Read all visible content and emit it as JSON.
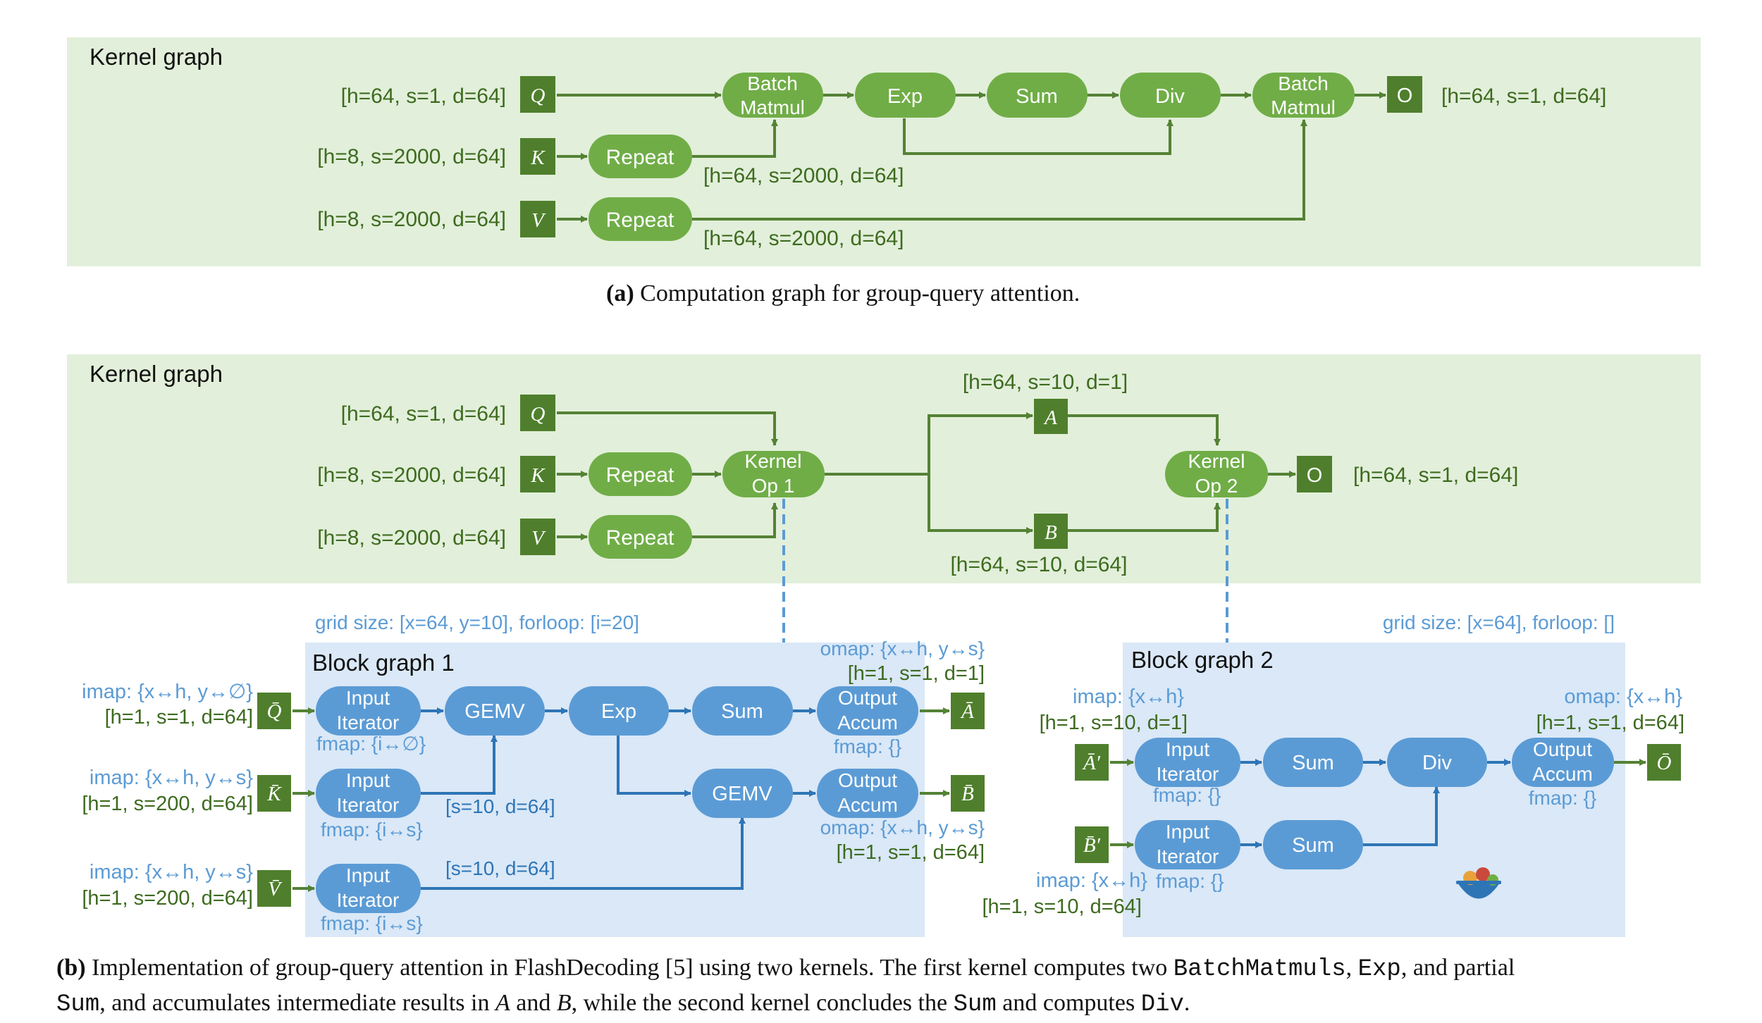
{
  "figure_a": {
    "panel_title": "Kernel graph",
    "inputs": [
      {
        "label": "Q",
        "shape": "[h=64, s=1, d=64]"
      },
      {
        "label": "K",
        "shape": "[h=8, s=2000, d=64]"
      },
      {
        "label": "V",
        "shape": "[h=8, s=2000, d=64]"
      }
    ],
    "ops": {
      "batch_matmul_1": [
        "Batch",
        "Matmul"
      ],
      "exp": "Exp",
      "sum": "Sum",
      "div": "Div",
      "batch_matmul_2": [
        "Batch",
        "Matmul"
      ],
      "repeat_k": "Repeat",
      "repeat_v": "Repeat"
    },
    "output": {
      "label": "O",
      "shape": "[h=64, s=1, d=64]"
    },
    "edge_labels": {
      "repeat_k_out": "[h=64, s=2000, d=64]",
      "repeat_v_out": "[h=64, s=2000, d=64]"
    },
    "caption_tag": "(a)",
    "caption_text": "Computation graph for group-query attention."
  },
  "figure_b": {
    "panel_title": "Kernel graph",
    "inputs": [
      {
        "label": "Q",
        "shape": "[h=64, s=1, d=64]"
      },
      {
        "label": "K",
        "shape": "[h=8, s=2000, d=64]"
      },
      {
        "label": "V",
        "shape": "[h=8, s=2000, d=64]"
      }
    ],
    "ops": {
      "repeat_k": "Repeat",
      "repeat_v": "Repeat",
      "kernel_op_1": [
        "Kernel",
        "Op 1"
      ],
      "kernel_op_2": [
        "Kernel",
        "Op 2"
      ]
    },
    "intermediates": {
      "a": {
        "label": "A",
        "shape": "[h=64, s=10, d=1]"
      },
      "b": {
        "label": "B",
        "shape": "[h=64, s=10, d=64]"
      }
    },
    "output": {
      "label": "O",
      "shape": "[h=64, s=1, d=64]"
    },
    "block1": {
      "grid": "grid size: [x=64, y=10], forloop: [i=20]",
      "title": "Block graph 1",
      "inputs": [
        {
          "label": "Q̄",
          "imap": "imap: {x↔h, y↔∅}",
          "shape": "[h=1, s=1, d=64]",
          "fmap": "fmap: {i↔∅}"
        },
        {
          "label": "K̄",
          "imap": "imap: {x↔h, y↔s}",
          "shape": "[h=1, s=200, d=64]",
          "fmap": "fmap: {i↔s}"
        },
        {
          "label": "V̄",
          "imap": "imap: {x↔h, y↔s}",
          "shape": "[h=1, s=200, d=64]",
          "fmap": "fmap: {i↔s}"
        }
      ],
      "iterator": [
        "Input",
        "Iterator"
      ],
      "ops": {
        "gemv1": "GEMV",
        "exp": "Exp",
        "sum": "Sum",
        "gemv2": "GEMV"
      },
      "accum": [
        "Output",
        "Accum"
      ],
      "accum1_omap": "omap: {x↔h, y↔s}",
      "accum1_shape": "[h=1, s=1, d=1]",
      "accum1_fmap": "fmap: {}",
      "accum2_omap": "omap: {x↔h, y↔s}",
      "accum2_shape": "[h=1, s=1, d=64]",
      "outputs": [
        "Ā",
        "B̄"
      ],
      "edge_k": "[s=10, d=64]",
      "edge_v": "[s=10, d=64]"
    },
    "block2": {
      "grid": "grid size: [x=64], forloop: []",
      "title": "Block graph 2",
      "inputs": [
        {
          "label": "Ā′",
          "imap": "imap: {x↔h}",
          "shape": "[h=1, s=10, d=1]",
          "fmap": "fmap: {}"
        },
        {
          "label": "B̄′",
          "imap": "imap: {x↔h}",
          "shape": "[h=1, s=10, d=64]",
          "fmap": "fmap: {}"
        }
      ],
      "iterator": [
        "Input",
        "Iterator"
      ],
      "ops": {
        "sum1": "Sum",
        "sum2": "Sum",
        "div": "Div"
      },
      "accum": [
        "Output",
        "Accum"
      ],
      "accum_omap": "omap: {x↔h}",
      "accum_shape": "[h=1, s=1, d=64]",
      "accum_fmap": "fmap: {}",
      "output": "Ō"
    },
    "caption_tag": "(b)",
    "caption_parts": [
      "Implementation of group-query attention in FlashDecoding [5] using two kernels. The first kernel computes two ",
      "BatchMatmuls",
      ", ",
      "Exp",
      ", and partial",
      "Sum",
      ", and accumulates intermediate results in ",
      "A",
      " and ",
      "B",
      ", while the second kernel concludes the ",
      "Sum",
      " and computes ",
      "Div",
      "."
    ]
  },
  "colors": {
    "panel_green": "#e2efda",
    "node_green": "#70ad47",
    "box_green": "#4f7f2c",
    "edge_green": "#548235",
    "shape_green": "#3d6b1f",
    "panel_blue": "#dae8f7",
    "node_blue": "#5b9bd5",
    "edge_blue": "#2e75b6",
    "label_blue": "#5b9bd5"
  }
}
